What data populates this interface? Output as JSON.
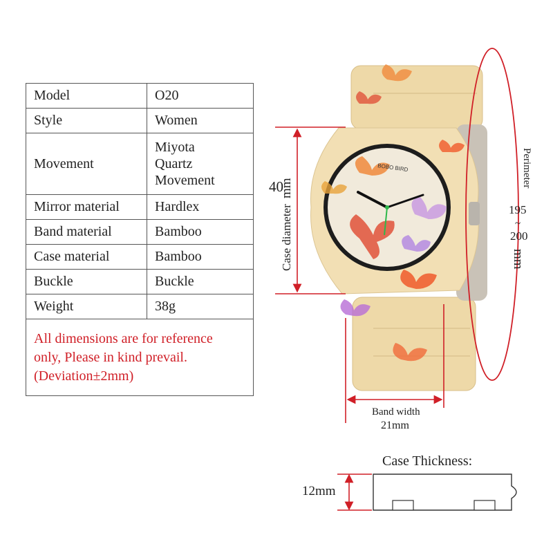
{
  "specs": [
    {
      "label": "Model",
      "value": "O20"
    },
    {
      "label": "Style",
      "value": "Women"
    },
    {
      "label": "Movement",
      "value_lines": [
        "Miyota",
        "Quartz",
        "Movement"
      ]
    },
    {
      "label": "Mirror material",
      "value": "Hardlex"
    },
    {
      "label": "Band material",
      "value": "Bamboo"
    },
    {
      "label": "Case material",
      "value": "Bamboo"
    },
    {
      "label": "Buckle",
      "value": "Buckle"
    },
    {
      "label": "Weight",
      "value": "38g"
    }
  ],
  "notice": {
    "line1": "All dimensions are for reference",
    "line2": "only, Please in kind prevail.",
    "line3": "(Deviation±2mm)"
  },
  "case_diameter": {
    "label": "Case diameter",
    "unit": "mm",
    "value": "40"
  },
  "perimeter": {
    "label": "Perimeter",
    "from": "195",
    "sep": "~",
    "to": "200",
    "unit": "mm"
  },
  "band_width": {
    "label": "Band width",
    "value": "21mm"
  },
  "case_thickness": {
    "label": "Case Thickness:",
    "value": "12mm"
  },
  "watch": {
    "brand": "BOBO BIRD"
  },
  "colors": {
    "accent": "#d01f27",
    "wood": "#f2dfb4",
    "dial": "#f1eadb"
  }
}
